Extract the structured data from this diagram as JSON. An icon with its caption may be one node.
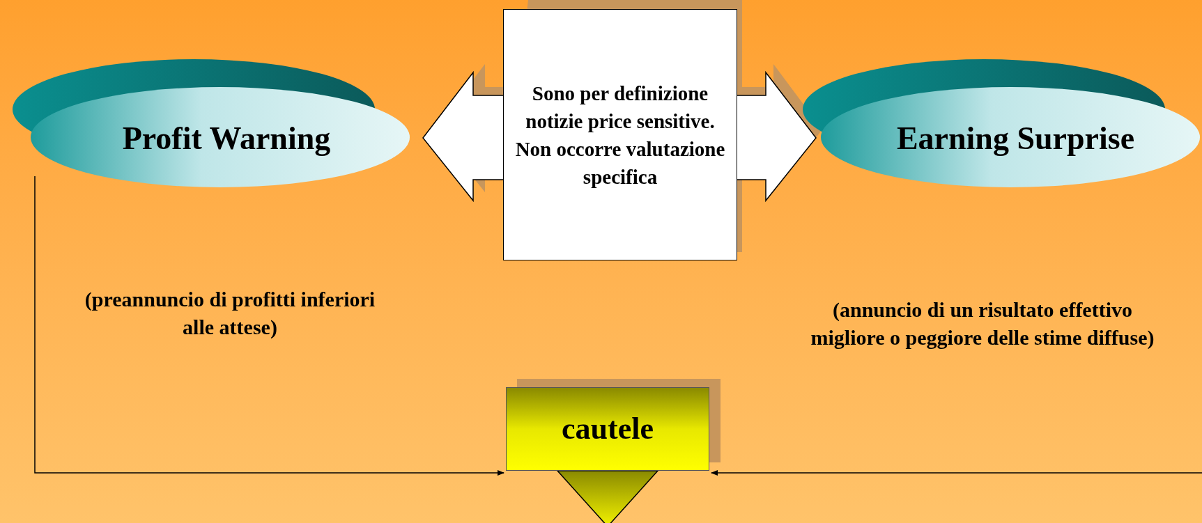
{
  "diagram": {
    "nodes": [
      {
        "text": [
          "Profit Warning"
        ]
      },
      {
        "text": [
          "Earning Surprise"
        ]
      },
      {
        "text": [
          "Sono per definizione notizie price sensitive. Non occorre valutazione specifica"
        ]
      },
      {
        "text": [
          "cautele"
        ]
      }
    ],
    "edges": [
      {
        "from": 2,
        "to": 0,
        "arrow": "to",
        "style": "thick"
      },
      {
        "from": 2,
        "to": 1,
        "arrow": "to",
        "style": "thick"
      },
      {
        "from": 0,
        "to": 3,
        "arrow": "to"
      },
      {
        "from": null,
        "to": 3,
        "arrow": "to"
      },
      {
        "from": 3,
        "to": null,
        "arrow": "to",
        "style": "thick"
      }
    ],
    "labels": [
      "(preannuncio di profitti inferiori alle attese)",
      "(annuncio di un risultato effettivo migliore o peggiore delle stime diffuse)"
    ]
  }
}
